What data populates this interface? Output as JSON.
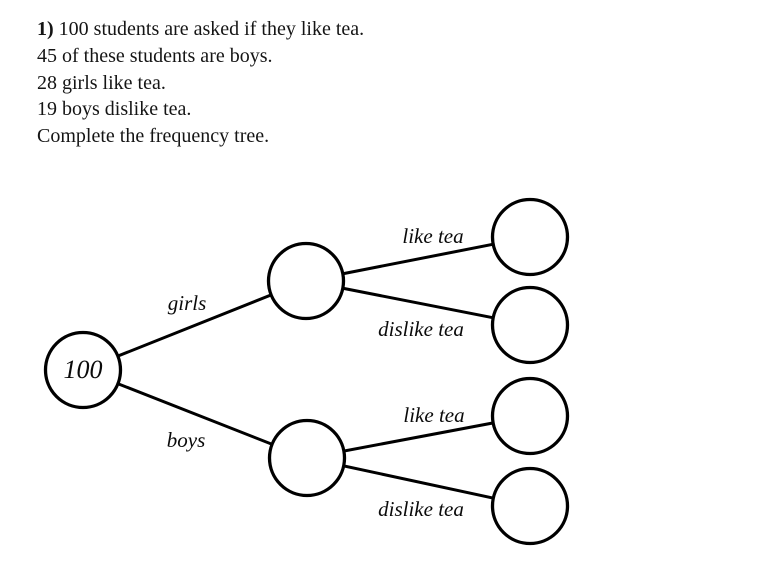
{
  "problem": {
    "number_label": "1)",
    "intro_rest": " 100 students are asked if they like tea.",
    "lines": [
      "45 of these students are boys.",
      "28 girls like tea.",
      "19 boys dislike tea.",
      "Complete the frequency tree."
    ]
  },
  "tree": {
    "root": {
      "value": "100"
    },
    "level1_branches": {
      "girls_label": "girls",
      "boys_label": "boys"
    },
    "level2_branches": {
      "girls_like_label": "like tea",
      "girls_dislike_label": "dislike tea",
      "boys_like_label": "like tea",
      "boys_dislike_label": "dislike tea"
    },
    "empty_node_count": 6
  },
  "colors": {
    "background": "#ffffff",
    "ink": "#000000",
    "text": "#151515",
    "node_fill": "#ffffff"
  }
}
